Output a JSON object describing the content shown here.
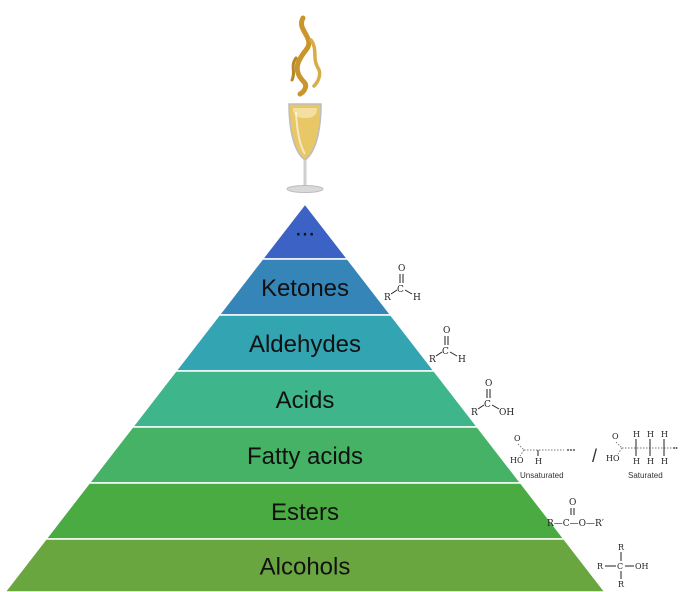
{
  "tiers": [
    {
      "label": "...",
      "color": "#3b62c4"
    },
    {
      "label": "Ketones",
      "color": "#3585b8"
    },
    {
      "label": "Aldehydes",
      "color": "#32a4b2"
    },
    {
      "label": "Acids",
      "color": "#3eb58b"
    },
    {
      "label": "Fatty acids",
      "color": "#45b265"
    },
    {
      "label": "Esters",
      "color": "#4aab43"
    },
    {
      "label": "Alcohols",
      "color": "#6aa640"
    }
  ],
  "structures": {
    "ketones": {
      "r": "R",
      "o": "O",
      "c": "C",
      "h": "H"
    },
    "aldehydes": {
      "r": "R",
      "o": "O",
      "c": "C",
      "h": "H"
    },
    "acids": {
      "r": "R",
      "o": "O",
      "c": "C",
      "oh": "OH"
    },
    "fatty_acids": {
      "unsaturated": {
        "o": "O",
        "ho": "HO",
        "h": "H",
        "caption": "Unsaturated"
      },
      "separator": "/",
      "saturated": {
        "o": "O",
        "ho": "HO",
        "h": "H",
        "caption": "Saturated"
      }
    },
    "esters": {
      "formula": "R—C—O—R′",
      "o": "O"
    },
    "alcohols": {
      "r_top": "R",
      "r_left": "R",
      "c": "C",
      "oh": "OH",
      "r_bottom": "R"
    }
  },
  "colors": {
    "smoke": "#c8962a",
    "wine": "#e8c766",
    "glass": "#d9d9d9",
    "divider": "#ffffff"
  },
  "icons": [
    "aroma-smoke-icon",
    "champagne-glass-icon"
  ]
}
